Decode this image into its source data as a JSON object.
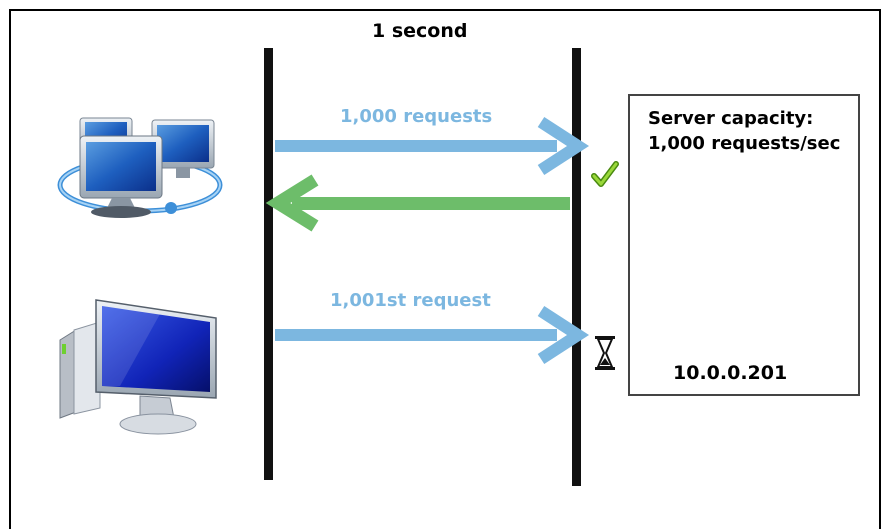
{
  "title": "1 second",
  "arrows": {
    "request_label": "1,000 requests",
    "extra_request_label": "1,001st request"
  },
  "server": {
    "capacity_line1": "Server capacity:",
    "capacity_line2": "1,000 requests/sec",
    "ip": "10.0.0.201"
  },
  "colors": {
    "request_arrow": "#7cb7e0",
    "response_arrow": "#6dbd6a",
    "check": "#7cc420"
  },
  "icons": [
    "networked-computers-icon",
    "desktop-computer-icon",
    "server-icon",
    "checkmark-icon",
    "hourglass-icon"
  ]
}
